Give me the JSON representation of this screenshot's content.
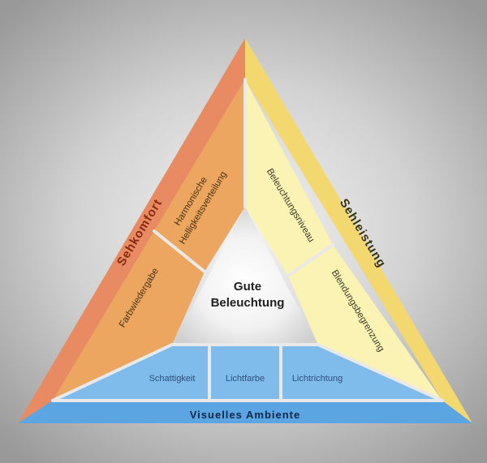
{
  "center": {
    "line1": "Gute",
    "line2": "Beleuchtung"
  },
  "sides": {
    "left": {
      "title": "Sehkomfort"
    },
    "right": {
      "title": "Sehleistung"
    },
    "bottom": {
      "title": "Visuelles Ambiente"
    }
  },
  "segments": {
    "left": {
      "upper": {
        "line1": "Harmonische",
        "line2": "Helligkeitsverteilung"
      },
      "lower": "Farbwiedergabe"
    },
    "right": {
      "upper": "Beleuchtungsniveau",
      "lower": "Blendungsbegrenzung"
    },
    "bottom": [
      "Schattigkeit",
      "Lichtfarbe",
      "Lichtrichtung"
    ]
  },
  "colors": {
    "left_outer": "#e88a62",
    "left_inner": "#eda660",
    "right_outer": "#f3d870",
    "right_inner": "#fbf3b4",
    "bottom_outer": "#5aa5e2",
    "bottom_inner": "#7fbcec",
    "separator": "#e9e9e9",
    "center": "#ffffff"
  }
}
